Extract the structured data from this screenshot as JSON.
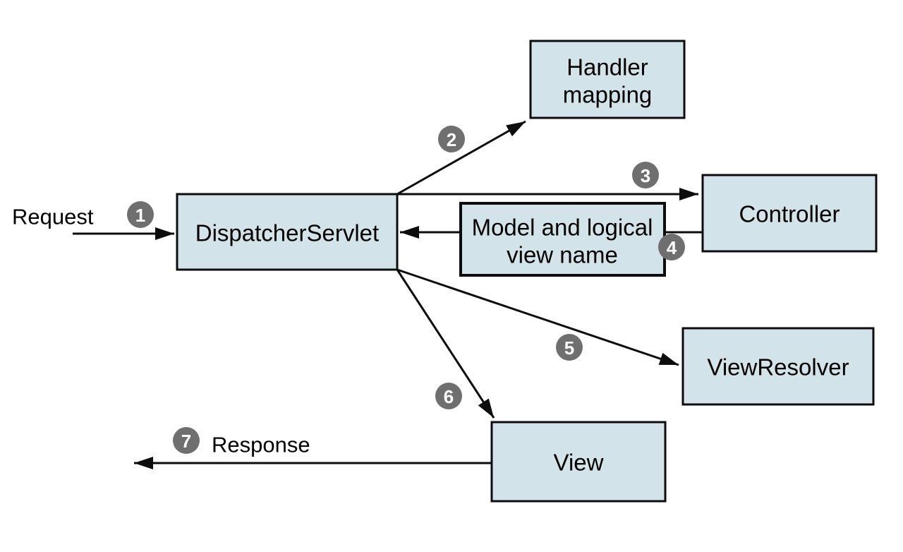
{
  "diagram": {
    "type": "flow-diagram",
    "colors": {
      "background": "#ffffff",
      "box_fill": "#d2e4e9",
      "box_border": "#0d0d0d",
      "line": "#0d0d0d",
      "text": "#000000",
      "step_circle": "#6f6f6f",
      "step_number": "#ffffff"
    },
    "nodes": {
      "dispatcher_servlet": {
        "label": "DispatcherServlet"
      },
      "handler_mapping": {
        "line1": "Handler",
        "line2": "mapping"
      },
      "controller": {
        "label": "Controller"
      },
      "model_and_view": {
        "line1": "Model and logical",
        "line2": "view name"
      },
      "view_resolver": {
        "label": "ViewResolver"
      },
      "view": {
        "label": "View"
      }
    },
    "flow_labels": {
      "request": "Request",
      "response": "Response"
    },
    "steps": {
      "s1": "1",
      "s2": "2",
      "s3": "3",
      "s4": "4",
      "s5": "5",
      "s6": "6",
      "s7": "7"
    }
  }
}
